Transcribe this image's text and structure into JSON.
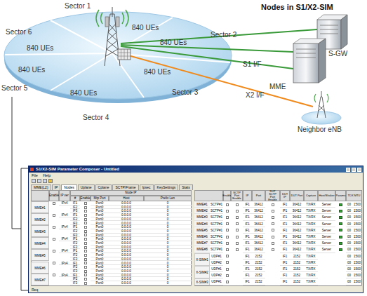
{
  "diagram": {
    "nodes": [
      {
        "text": [
          "Sector 1",
          "840 UEs"
        ]
      },
      {
        "text": [
          "Sector 2",
          "840 UEs"
        ]
      },
      {
        "text": [
          "Sector 3",
          "840 UEs"
        ]
      },
      {
        "text": [
          "Sector 4",
          "840 UEs"
        ]
      },
      {
        "text": [
          "Sector 5",
          "840 UEs"
        ]
      },
      {
        "text": [
          "Sector 6",
          "840 UEs"
        ]
      },
      {
        "text": [
          "S-GW"
        ]
      },
      {
        "text": [
          "MME"
        ]
      },
      {
        "text": [
          "Neighbor eNB"
        ]
      },
      {
        "text": [
          "S1/X2-SIM Parameter Composer - Untitled"
        ]
      }
    ],
    "labels": [
      "Nodes in S1/X2-SIM",
      "S1 I/F",
      "X2 I/F",
      "File",
      "Help",
      "MME(L2)",
      "IP",
      "Nodes",
      "Uplane",
      "Cplane",
      "SCTP/Frame",
      "Ipsec",
      "KeySettings",
      "Stats",
      "Enable",
      "IP ver",
      "Node IP",
      "#",
      "Enable",
      "Mtp Port",
      "Host",
      "Prefix Len",
      "MME#1",
      "IPv4",
      "IF1",
      "Port0",
      "0.0.0.0",
      "0",
      "IF2",
      "Port0",
      "0.0.0.0",
      "0",
      "IF3",
      "Port0",
      "0.0.0.0",
      "0",
      "MME#2",
      "IPv4",
      "IF1",
      "Port0",
      "0.0.0.0",
      "0",
      "IF2",
      "Port0",
      "0.0.0.0",
      "0",
      "IF3",
      "Port0",
      "0.0.0.0",
      "0",
      "MME#3",
      "IPv4",
      "IF1",
      "Port0",
      "0.0.0.0",
      "0",
      "IF2",
      "Port0",
      "0.0.0.0",
      "0",
      "IF3",
      "Port0",
      "0.0.0.0",
      "0",
      "MME#4",
      "IPv4",
      "IF1",
      "Port0",
      "0.0.0.0",
      "0",
      "IF2",
      "Port0",
      "0.0.0.0",
      "0",
      "IF3",
      "Port0",
      "0.0.0.0",
      "0",
      "MME#5",
      "IPv4",
      "IF1",
      "Port0",
      "0.0.0.0",
      "0",
      "IF2",
      "Port0",
      "0.0.0.0",
      "0",
      "IF3",
      "Port0",
      "0.0.0.0",
      "0",
      "MME#6",
      "IPv4",
      "IF1",
      "Port0",
      "0.0.0.0",
      "0",
      "IF2",
      "Port0",
      "0.0.0.0",
      "0",
      "IF3",
      "Port0",
      "0.0.0.0",
      "0",
      "MME#7",
      "IPv4",
      "IF1",
      "Port0",
      "0.0.0.0",
      "0",
      "IF2",
      "Port0",
      "0.0.0.0",
      "0",
      "IF3",
      "Port0",
      "0.0.0.0",
      "0",
      "Enable",
      "SCTP Port Enable",
      "IP",
      "Port",
      "DUT SCTP Port Enable",
      "DUT IP",
      "DUT Port",
      "Capture",
      "Host/Shaker",
      "Params",
      "TDX MTU",
      "MME#1",
      "SCTP#1",
      "IF1",
      "36412",
      "IF1",
      "36412",
      "TX/RX",
      "Server",
      "00",
      "1500",
      "MME#2",
      "SCTP#1",
      "IF1",
      "36412",
      "IF1",
      "36412",
      "TX/RX",
      "Server",
      "00",
      "1500",
      "MME#3",
      "SCTP#1",
      "IF1",
      "36412",
      "IF1",
      "36412",
      "TX/RX",
      "Server",
      "00",
      "1500",
      "MME#4",
      "SCTP#1",
      "IF1",
      "36412",
      "IF1",
      "36412",
      "TX/RX",
      "Server",
      "00",
      "1500",
      "MME#5",
      "SCTP#1",
      "IF1",
      "36412",
      "IF1",
      "36412",
      "TX/RX",
      "Server",
      "00",
      "1500",
      "MME#6",
      "SCTP#1",
      "IF1",
      "36412",
      "IF1",
      "36412",
      "TX/RX",
      "Server",
      "00",
      "1500",
      "MME#7",
      "SCTP#1",
      "IF1",
      "36412",
      "IF1",
      "36412",
      "TX/RX",
      "Server",
      "00",
      "1500",
      "MME#8",
      "SCTP#1",
      "IF1",
      "36412",
      "IF1",
      "36412",
      "TX/RX",
      "Server",
      "00",
      "1500",
      "X-SIM#1",
      "X-SIM#2",
      "X-SIM#3",
      "UDP#1",
      "IF1",
      "2152",
      "IF1",
      "2152",
      "TX/RX",
      "00",
      "1500",
      "UDP#2",
      "IF1",
      "2152",
      "IF1",
      "2152",
      "TX/RX",
      "00",
      "1500",
      "UDP#1",
      "IF1",
      "2152",
      "IF1",
      "2152",
      "TX/RX",
      "00",
      "1500",
      "UDP#2",
      "IF1",
      "2152",
      "IF1",
      "2152",
      "TX/RX",
      "00",
      "1500",
      "UDP#1",
      "IF1",
      "2152",
      "IF1",
      "2152",
      "TX/RX",
      "00",
      "1500",
      "Req"
    ]
  }
}
